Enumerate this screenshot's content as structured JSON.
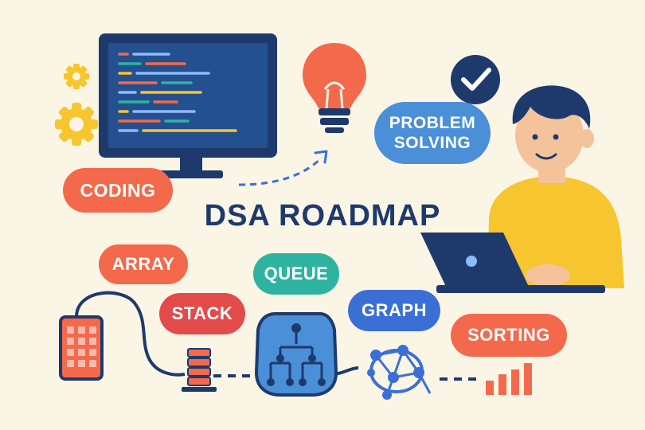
{
  "title": "DSA ROADMAP",
  "labels": {
    "coding": "CODING",
    "problem_line1": "PROBLEM",
    "problem_line2": "SOLVING",
    "array": "ARRAY",
    "stack": "STACK",
    "queue": "QUEUE",
    "graph": "GRAPH",
    "sorting": "SORTING"
  },
  "colors": {
    "background": "#fbf5e6",
    "navy": "#1e3a6d",
    "coding": "#f4694b",
    "problem": "#4a8fd8",
    "array": "#f4694b",
    "stack": "#e34b4b",
    "queue": "#2fb3a1",
    "graph": "#3b6fd6",
    "sorting": "#f4694b",
    "yellow": "#f7c52f"
  },
  "icons": [
    "gear-icon",
    "monitor-icon",
    "lightbulb-icon",
    "checkmark-icon",
    "person-icon",
    "laptop-icon",
    "array-grid-icon",
    "stack-icon",
    "tree-icon",
    "graph-network-icon",
    "bar-chart-icon"
  ]
}
